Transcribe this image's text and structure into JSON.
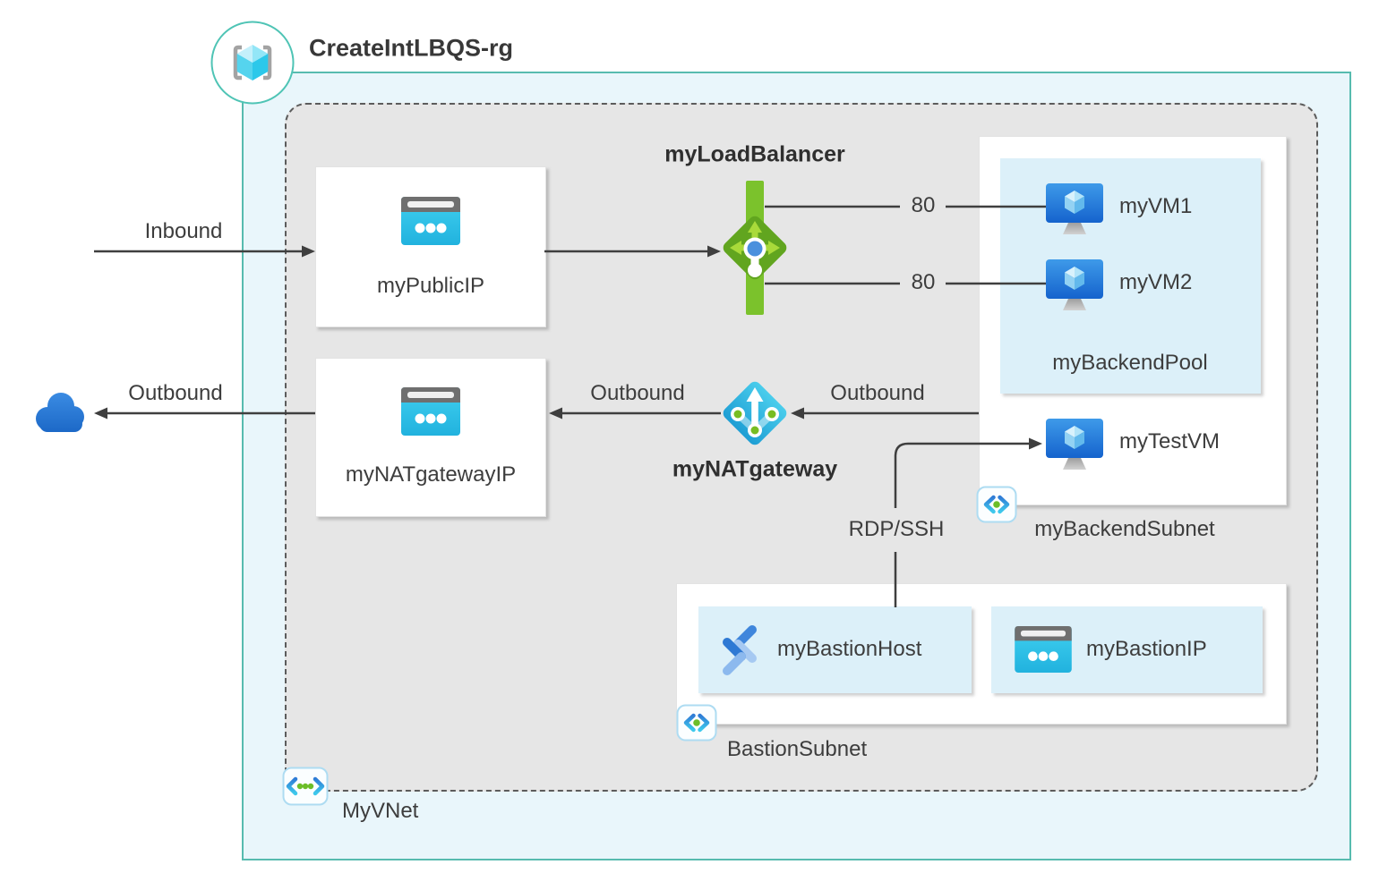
{
  "header": {
    "resource_group": "CreateIntLBQS-rg"
  },
  "vnet": {
    "label": "MyVNet"
  },
  "nodes": {
    "public_ip": "myPublicIP",
    "nat_gateway_ip": "myNATgatewayIP",
    "load_balancer": "myLoadBalancer",
    "nat_gateway": "myNATgateway",
    "test_vm": "myTestVM"
  },
  "backend_subnet": {
    "label": "myBackendSubnet",
    "pool": {
      "label": "myBackendPool",
      "vms": [
        "myVM1",
        "myVM2"
      ]
    }
  },
  "bastion_subnet": {
    "label": "BastionSubnet",
    "host": "myBastionHost",
    "ip": "myBastionIP"
  },
  "flows": {
    "inbound": "Inbound",
    "outbound_internet": "Outbound",
    "outbound_nat_ip": "Outbound",
    "outbound_subnet": "Outbound",
    "rdp_ssh": "RDP/SSH",
    "port_vm1": "80",
    "port_vm2": "80"
  },
  "colors": {
    "vnet_border": "#57bbaf",
    "vnet_fill": "#e9f6fb",
    "subnet_fill_gray": "#e6e6e6",
    "highlight_fill": "#dcf0f9",
    "load_balancer_green": "#7bc22c",
    "nat_cyan": "#2fb9e2",
    "azure_blue": "#2a7ed9",
    "connector": "#3f3f3f"
  }
}
